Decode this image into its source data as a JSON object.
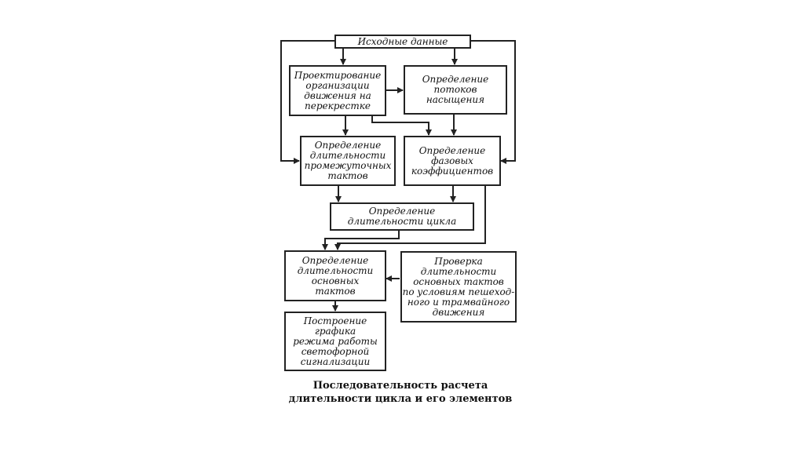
{
  "diagram": {
    "boxes": {
      "input": "Исходные данные",
      "design": "Проектирование\nорганизации\nдвижения на\nперекрестке",
      "saturation": "Определение\nпотоков\nнасыщения",
      "intermediate": "Определение\nдлительности\nпромежуточных\nтактов",
      "phase": "Определение\nфазовых\nкоэффициентов",
      "cycle": "Определение\nдлительности цикла",
      "main": "Определение\nдлительности\nосновных\nтактов",
      "check": "Проверка\nдлительности\nосновных тактов\nпо условиям пешеход-\nного и трамвайного\nдвижения",
      "schedule": "Построение\nграфика\nрежима работы\nсветофорной\nсигнализации"
    },
    "caption": {
      "line1": "Последовательность расчета",
      "line2": "длительности цикла и его элементов"
    }
  }
}
